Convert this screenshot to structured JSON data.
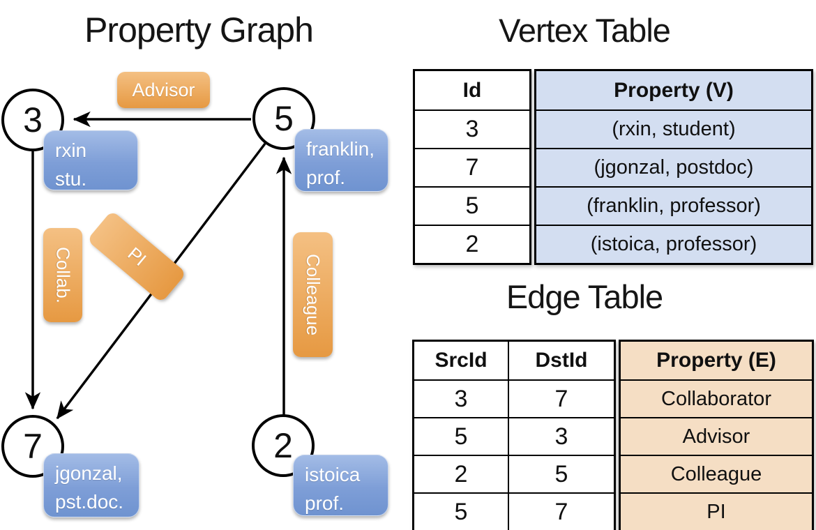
{
  "colors": {
    "orange-top": "#f4c083",
    "orange-bottom": "#e69942",
    "blue-top": "#a3bce6",
    "blue-mid": "#7e9ed7",
    "blue-bottom": "#6f93d0",
    "vertex-cell-bg": "#d3def1",
    "edge-cell-bg": "#f5dec4",
    "line": "#000000"
  },
  "graph": {
    "title": "Property Graph",
    "nodes": {
      "n3": {
        "id": "3",
        "prop_line1": "rxin",
        "prop_line2": "stu."
      },
      "n5": {
        "id": "5",
        "prop_line1": "franklin,",
        "prop_line2": "prof."
      },
      "n7": {
        "id": "7",
        "prop_line1": "jgonzal,",
        "prop_line2": "pst.doc."
      },
      "n2": {
        "id": "2",
        "prop_line1": "istoica",
        "prop_line2": "prof."
      }
    },
    "edge_labels": {
      "advisor": "Advisor",
      "collab": "Collab.",
      "pi": "PI",
      "colleague": "Colleague"
    }
  },
  "vertex_table": {
    "title": "Vertex Table",
    "columns": [
      "Id",
      "Property (V)"
    ],
    "rows": [
      [
        "3",
        "(rxin, student)"
      ],
      [
        "7",
        "(jgonzal, postdoc)"
      ],
      [
        "5",
        "(franklin, professor)"
      ],
      [
        "2",
        "(istoica, professor)"
      ]
    ]
  },
  "edge_table": {
    "title": "Edge Table",
    "columns": [
      "SrcId",
      "DstId",
      "Property (E)"
    ],
    "rows": [
      [
        "3",
        "7",
        "Collaborator"
      ],
      [
        "5",
        "3",
        "Advisor"
      ],
      [
        "2",
        "5",
        "Colleague"
      ],
      [
        "5",
        "7",
        "PI"
      ]
    ]
  }
}
